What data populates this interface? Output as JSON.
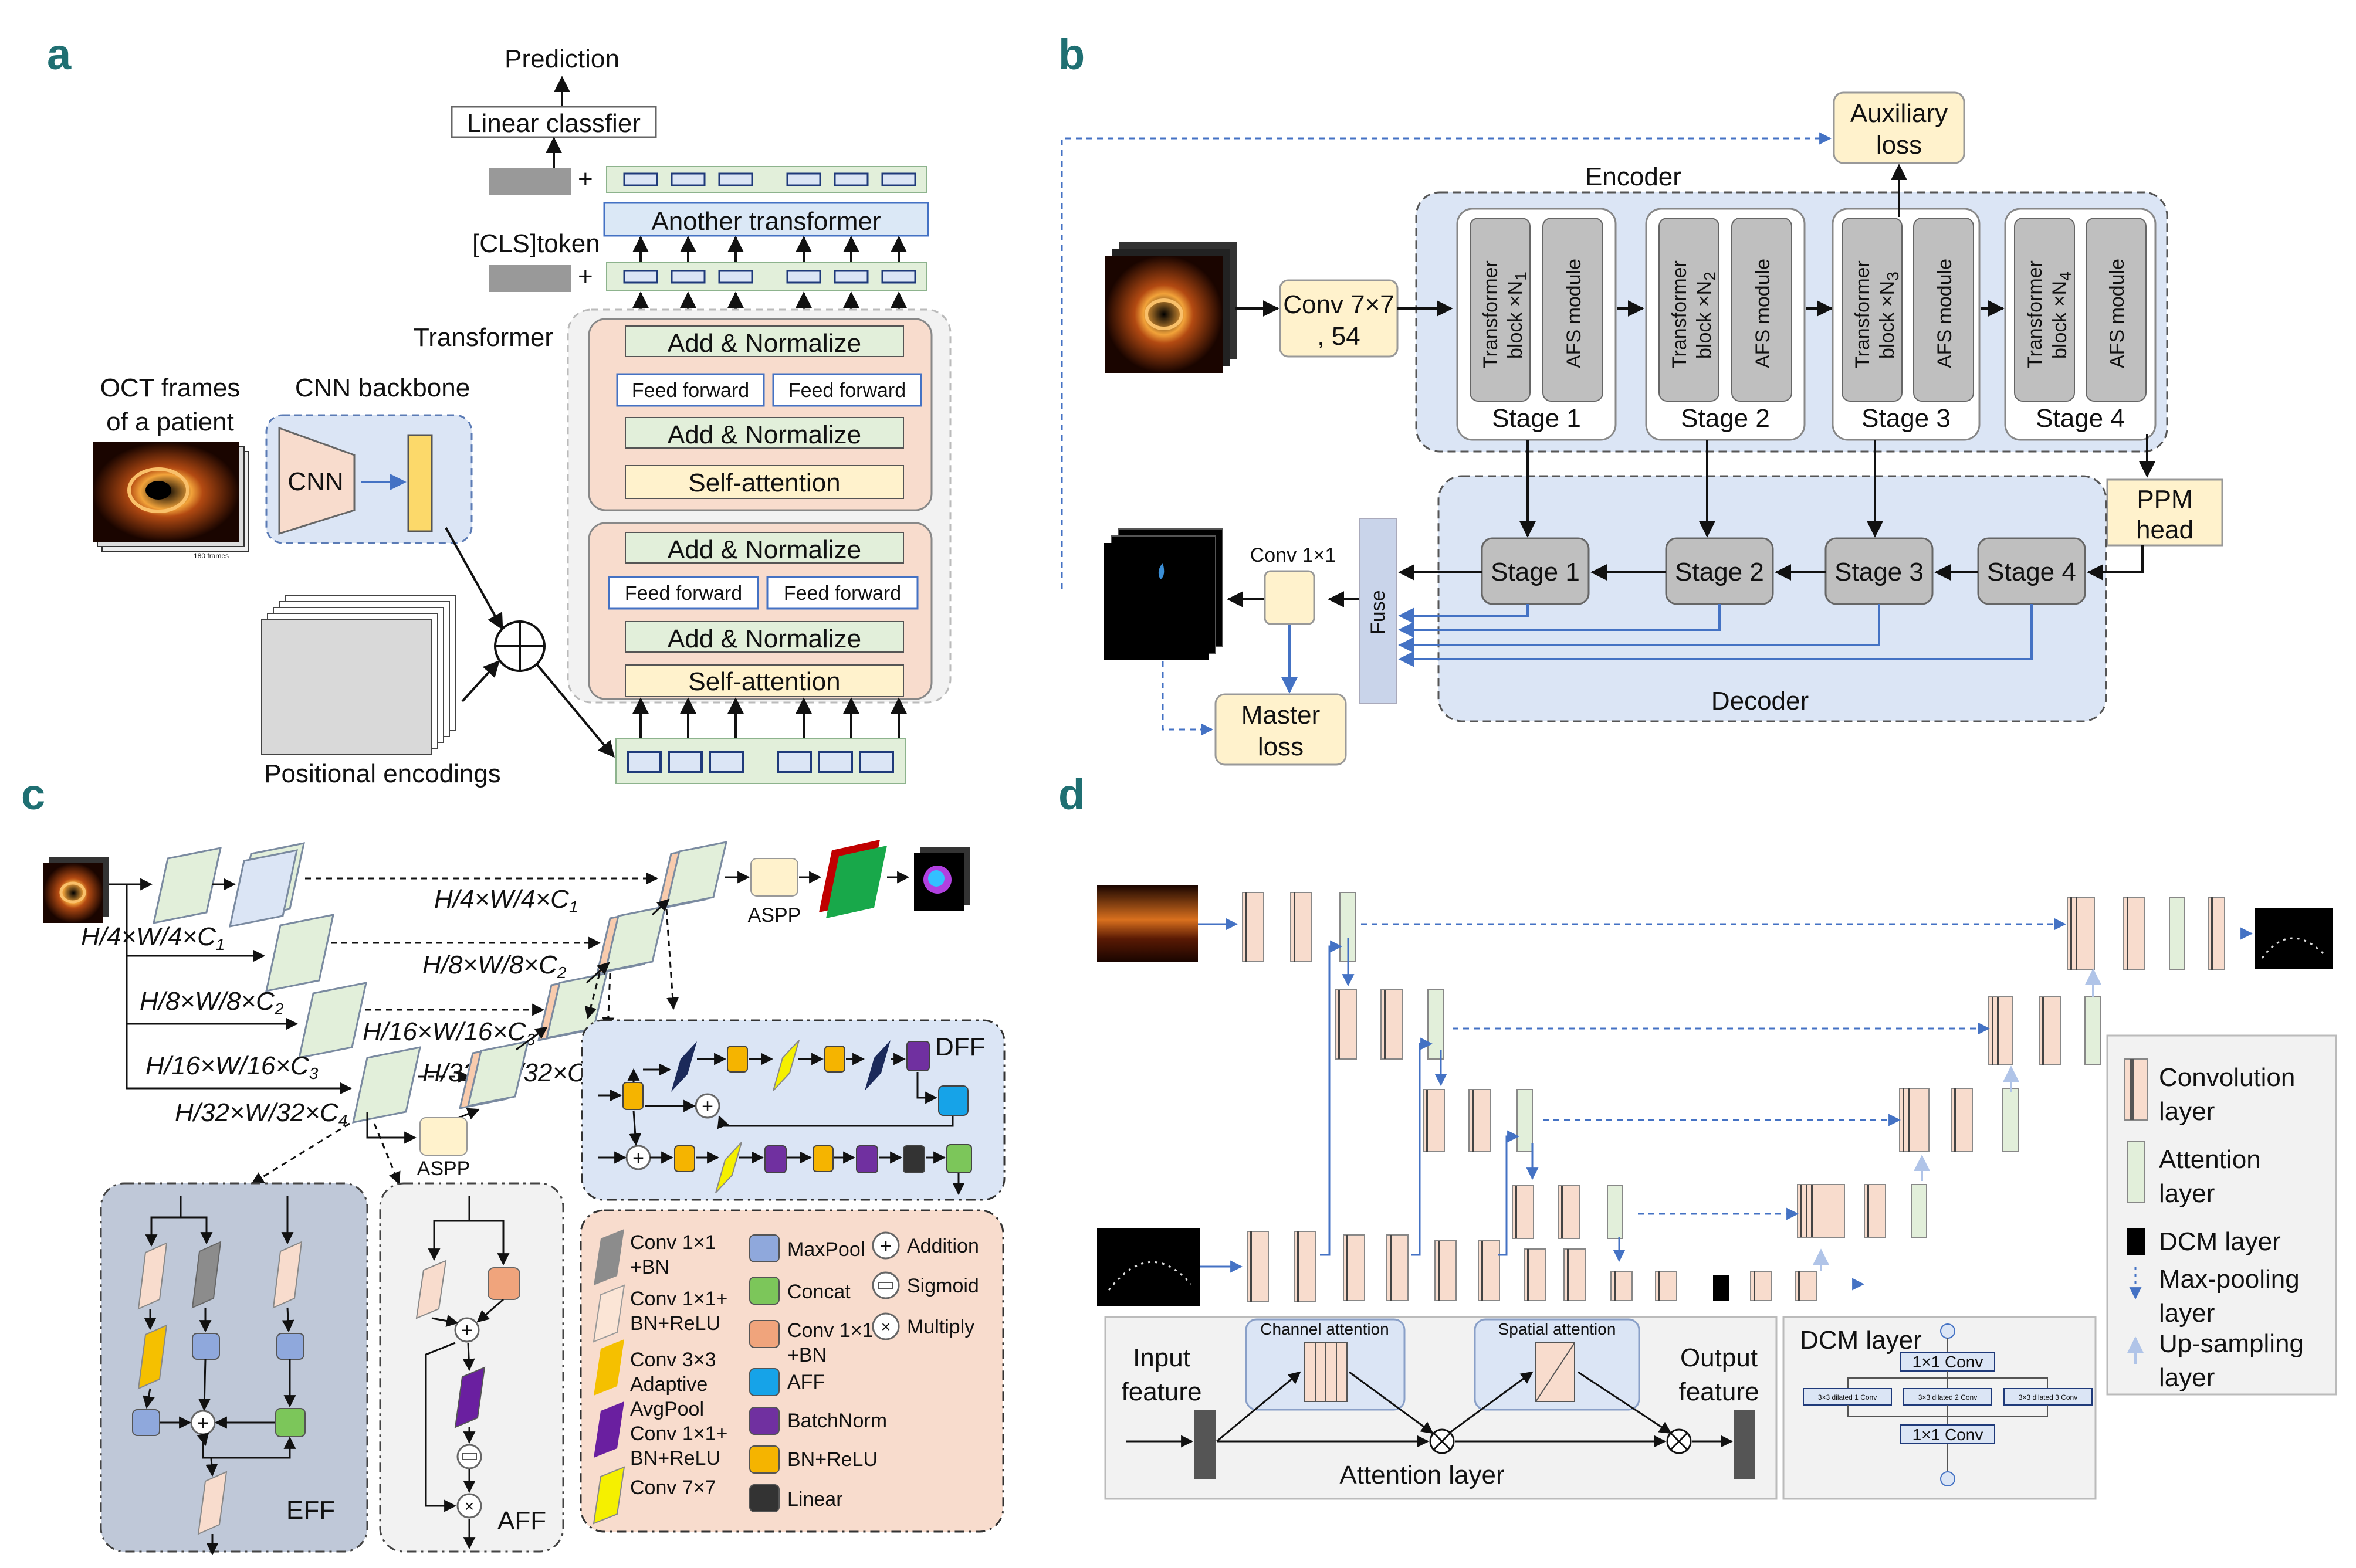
{
  "panels": {
    "a": {
      "letter": "a",
      "prediction": "Prediction",
      "linear_classifier": "Linear classfier",
      "another_transformer": "Another transformer",
      "cls_token": "[CLS]token",
      "plus": "+",
      "transformer": "Transformer",
      "add_normalize": "Add & Normalize",
      "feed_forward": "Feed forward",
      "self_attention": "Self-attention",
      "oct_frames_line1": "OCT frames",
      "oct_frames_line2": "of a patient",
      "frames_caption": "180 frames",
      "cnn_backbone": "CNN backbone",
      "cnn": "CNN",
      "positional_encodings": "Positional encodings"
    },
    "b": {
      "letter": "b",
      "auxiliary_line1": "Auxiliary",
      "auxiliary_line2": "loss",
      "encoder": "Encoder",
      "decoder": "Decoder",
      "conv7_line1": "Conv 7×7",
      "conv7_line2": ", 54",
      "transformer_line1": "Transformer",
      "afs_module": "AFS module",
      "enc_stages": [
        {
          "label": "Stage 1",
          "block": "block ×N",
          "sub": "1"
        },
        {
          "label": "Stage 2",
          "block": "block ×N",
          "sub": "2"
        },
        {
          "label": "Stage 3",
          "block": "block ×N",
          "sub": "3"
        },
        {
          "label": "Stage 4",
          "block": "block ×N",
          "sub": "4"
        }
      ],
      "ppm_line1": "PPM",
      "ppm_line2": "head",
      "dec_stages": [
        "Stage 1",
        "Stage 2",
        "Stage 3",
        "Stage 4"
      ],
      "fuse": "Fuse",
      "conv1": "Conv 1×1",
      "master_line1": "Master",
      "master_line2": "loss"
    },
    "c": {
      "letter": "c",
      "h4": "H/4×W/4×C",
      "h4_sub": "1",
      "h8": "H/8×W/8×C",
      "h8_sub": "2",
      "h16": "H/16×W/16×C",
      "h16_sub": "3",
      "h32": "H/32×W/32×C",
      "h32_sub": "4",
      "aspp": "ASPP",
      "dff": "DFF",
      "eff": "EFF",
      "aff": "AFF",
      "legend": {
        "conv1_bn": [
          "Conv 1×1",
          "+BN"
        ],
        "conv1_bnrelu": [
          "Conv 1×1+",
          "BN+ReLU"
        ],
        "conv3": "Conv 3×3",
        "adaptive": [
          "Adaptive",
          "AvgPool",
          "Conv 1×1+",
          "BN+ReLU"
        ],
        "conv7": "Conv 7×7",
        "maxpool": "MaxPool",
        "concat": "Concat",
        "conv1_aff": [
          "Conv 1×1",
          "+BN"
        ],
        "aff": "AFF",
        "batchnorm": "BatchNorm",
        "bnrelu": "BN+ReLU",
        "linear": "Linear",
        "addition": "Addition",
        "sigmoid": "Sigmoid",
        "multiply": "Multiply"
      },
      "colors": {
        "maxpool": "#8fa8dc",
        "concat": "#7cc65a",
        "conv1aff": "#f0a47c",
        "aff": "#16a3e8",
        "batchnorm": "#7030a0",
        "bnrelu": "#f5b400",
        "linear": "#333333",
        "conv3": "#f5c000",
        "adaptive": "#6a1fa0",
        "conv7": "#f5f000",
        "navy": "#1b2a5a"
      }
    },
    "d": {
      "letter": "d",
      "legend": {
        "convolution": [
          "Convolution",
          "layer"
        ],
        "attention": [
          "Attention",
          "layer"
        ],
        "dcm": "DCM layer",
        "maxpool": [
          "Max-pooling",
          "layer"
        ],
        "upsample": [
          "Up-sampling",
          "layer"
        ]
      },
      "input_feature": [
        "Input",
        "feature"
      ],
      "output_feature": [
        "Output",
        "feature"
      ],
      "channel_attention": "Channel attention",
      "spatial_attention": "Spatial attention",
      "attention_layer": "Attention layer",
      "dcm_title": "DCM layer",
      "dcm_conv1": "1×1 Conv",
      "dcm_dilated": [
        "3×3 dilated 1 Conv",
        "3×3 dilated 2 Conv",
        "3×3 dilated 3 Conv"
      ],
      "dcm_conv1b": "1×1 Conv"
    }
  }
}
